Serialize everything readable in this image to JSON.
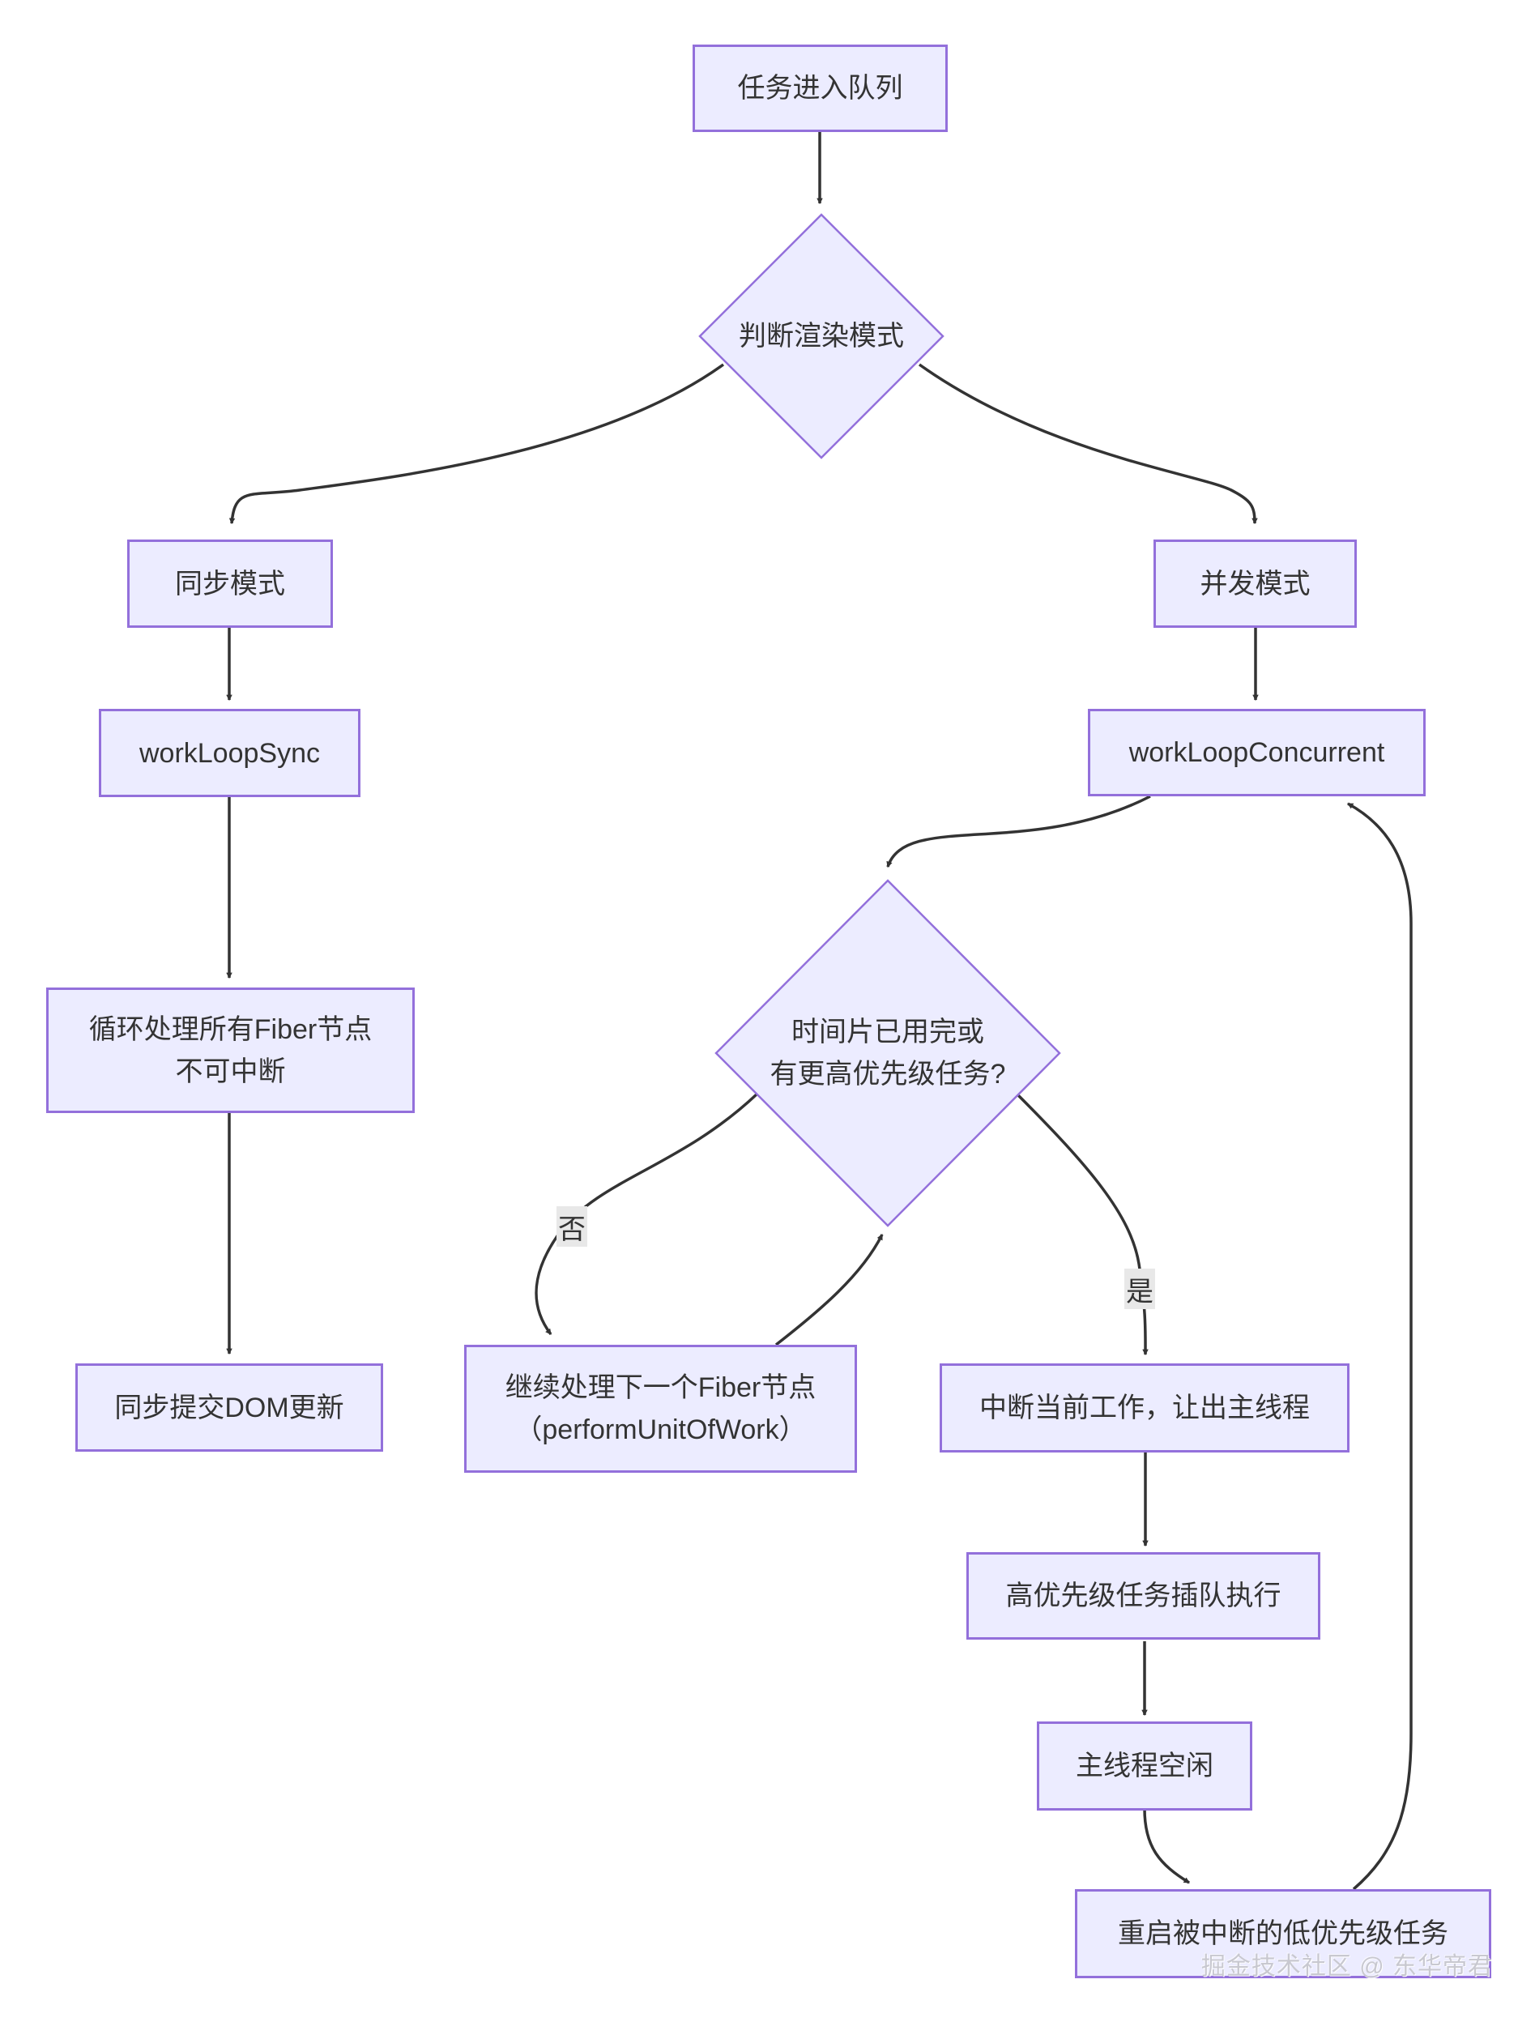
{
  "theme": {
    "node_fill": "#ECECFF",
    "node_stroke": "#9370DB",
    "edge_color": "#333333",
    "text_color": "#333333",
    "label_bg": "#e8e8e8",
    "background": "#ffffff"
  },
  "nodes": {
    "task_enqueue": {
      "label": "任务进入队列"
    },
    "judge_mode": {
      "label": "判断渲染模式"
    },
    "sync_mode": {
      "label": "同步模式"
    },
    "concurrent_mode": {
      "label": "并发模式"
    },
    "work_loop_sync": {
      "label": "workLoopSync"
    },
    "work_loop_concurrent": {
      "label": "workLoopConcurrent"
    },
    "loop_all_fiber": {
      "line1": "循环处理所有Fiber节点",
      "line2": "不可中断"
    },
    "sync_commit": {
      "label": "同步提交DOM更新"
    },
    "timeslice_check": {
      "line1": "时间片已用完或",
      "line2": "有更高优先级任务?"
    },
    "process_next": {
      "line1": "继续处理下一个Fiber节点",
      "line2": "（performUnitOfWork）"
    },
    "interrupt_work": {
      "label": "中断当前工作，让出主线程"
    },
    "high_priority": {
      "label": "高优先级任务插队执行"
    },
    "main_idle": {
      "label": "主线程空闲"
    },
    "restart_low": {
      "label": "重启被中断的低优先级任务"
    }
  },
  "edge_labels": {
    "no": "否",
    "yes": "是"
  },
  "watermark": "掘金技术社区 @ 东华帝君"
}
